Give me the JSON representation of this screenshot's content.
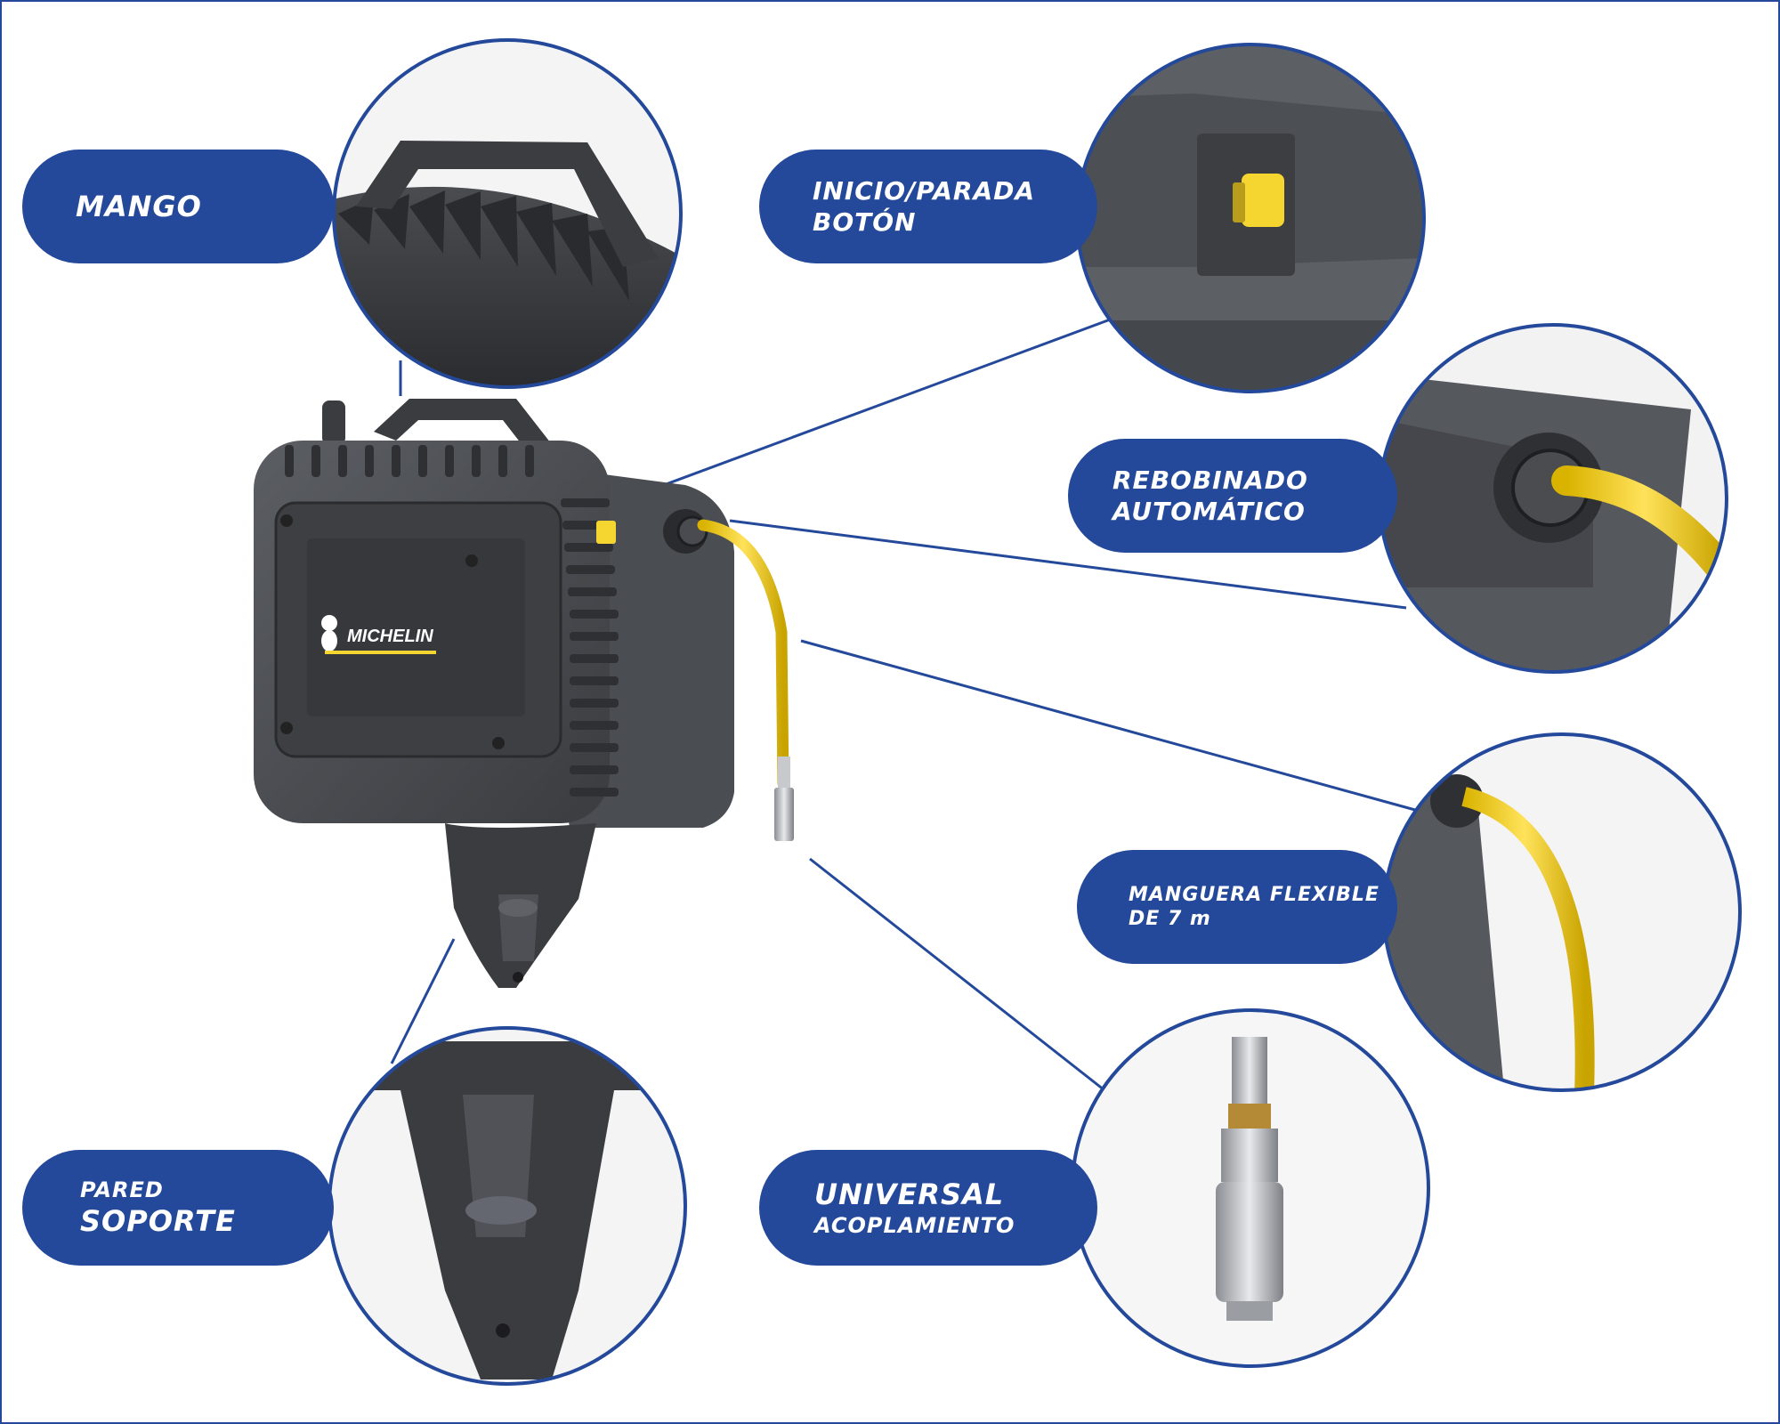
{
  "brand": {
    "logo_text": "MICHELIN",
    "accent": "#24499a",
    "highlight": "#f5d630"
  },
  "callouts": {
    "handle": {
      "line1": "MANGO"
    },
    "start_stop": {
      "line1": "INICIO/PARADA",
      "line2": "BOTÓN"
    },
    "auto_rewind": {
      "line1": "REBOBINADO",
      "line2": "AUTOMÁTICO"
    },
    "flex_hose": {
      "line1": "MANGUERA FLEXIBLE",
      "line2": "DE 7 m"
    },
    "wall_mount": {
      "line1": "PARED",
      "line2": "SOPORTE"
    },
    "coupling": {
      "line1": "UNIVERSAL",
      "line2": "ACOPLAMIENTO"
    }
  }
}
